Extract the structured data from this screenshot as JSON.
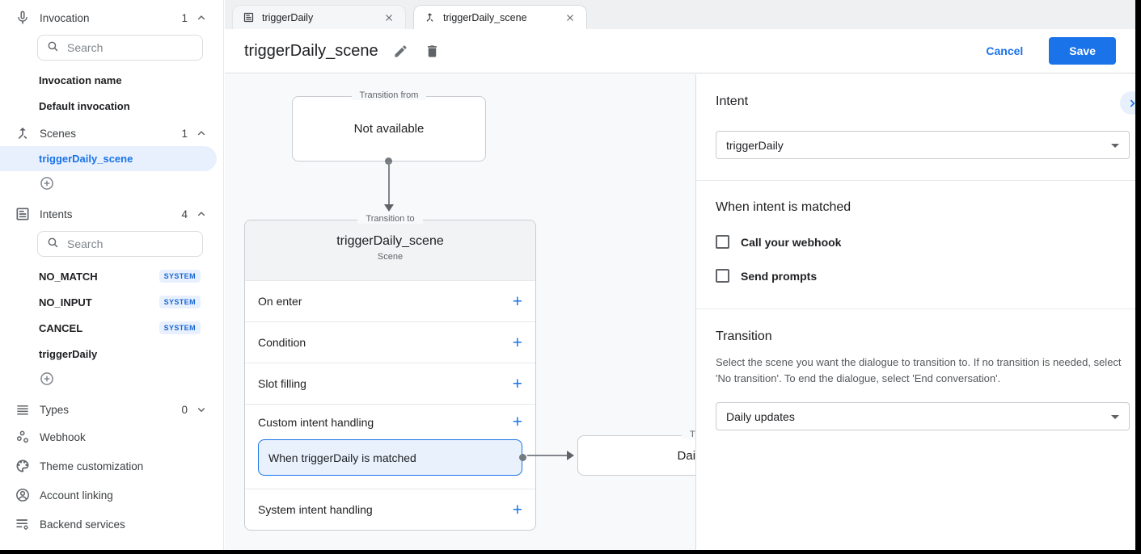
{
  "colors": {
    "accent": "#1a73e8",
    "accent_light": "#e8f0fe",
    "canvas": "#f8f9fa"
  },
  "sidebar": {
    "invocation": {
      "label": "Invocation",
      "count": "1",
      "search_placeholder": "Search",
      "items": [
        {
          "label": "Invocation name"
        },
        {
          "label": "Default invocation"
        }
      ]
    },
    "scenes": {
      "label": "Scenes",
      "count": "1",
      "selected_item": "triggerDaily_scene"
    },
    "intents": {
      "label": "Intents",
      "count": "4",
      "search_placeholder": "Search",
      "items": [
        {
          "name": "NO_MATCH",
          "badge": "SYSTEM"
        },
        {
          "name": "NO_INPUT",
          "badge": "SYSTEM"
        },
        {
          "name": "CANCEL",
          "badge": "SYSTEM"
        },
        {
          "name": "triggerDaily",
          "badge": ""
        }
      ]
    },
    "types": {
      "label": "Types",
      "count": "0"
    },
    "links": [
      {
        "label": "Webhook"
      },
      {
        "label": "Theme customization"
      },
      {
        "label": "Account linking"
      },
      {
        "label": "Backend services"
      }
    ]
  },
  "tabs": [
    {
      "label": "triggerDaily"
    },
    {
      "label": "triggerDaily_scene"
    }
  ],
  "header": {
    "title": "triggerDaily_scene",
    "cancel_label": "Cancel",
    "save_label": "Save"
  },
  "diagram": {
    "add_symbol": "+",
    "from_box": {
      "legend": "Transition from",
      "body": "Not available"
    },
    "scene_box": {
      "legend": "Transition to",
      "title": "triggerDaily_scene",
      "subtitle": "Scene",
      "rows": [
        "On enter",
        "Condition",
        "Slot filling"
      ],
      "custom_row": "Custom intent handling",
      "chip": "When triggerDaily is matched",
      "system_row": "System intent handling"
    },
    "target_box": {
      "legend": "Transition to",
      "body": "Daily updates"
    }
  },
  "panel": {
    "intent": {
      "heading": "Intent",
      "value": "triggerDaily"
    },
    "matched": {
      "heading": "When intent is matched",
      "options": [
        {
          "label": "Call your webhook"
        },
        {
          "label": "Send prompts"
        }
      ]
    },
    "transition": {
      "heading": "Transition",
      "description": "Select the scene you want the dialogue to transition to. If no transition is needed, select 'No transition'. To end the dialogue, select 'End conversation'.",
      "value": "Daily updates"
    }
  }
}
